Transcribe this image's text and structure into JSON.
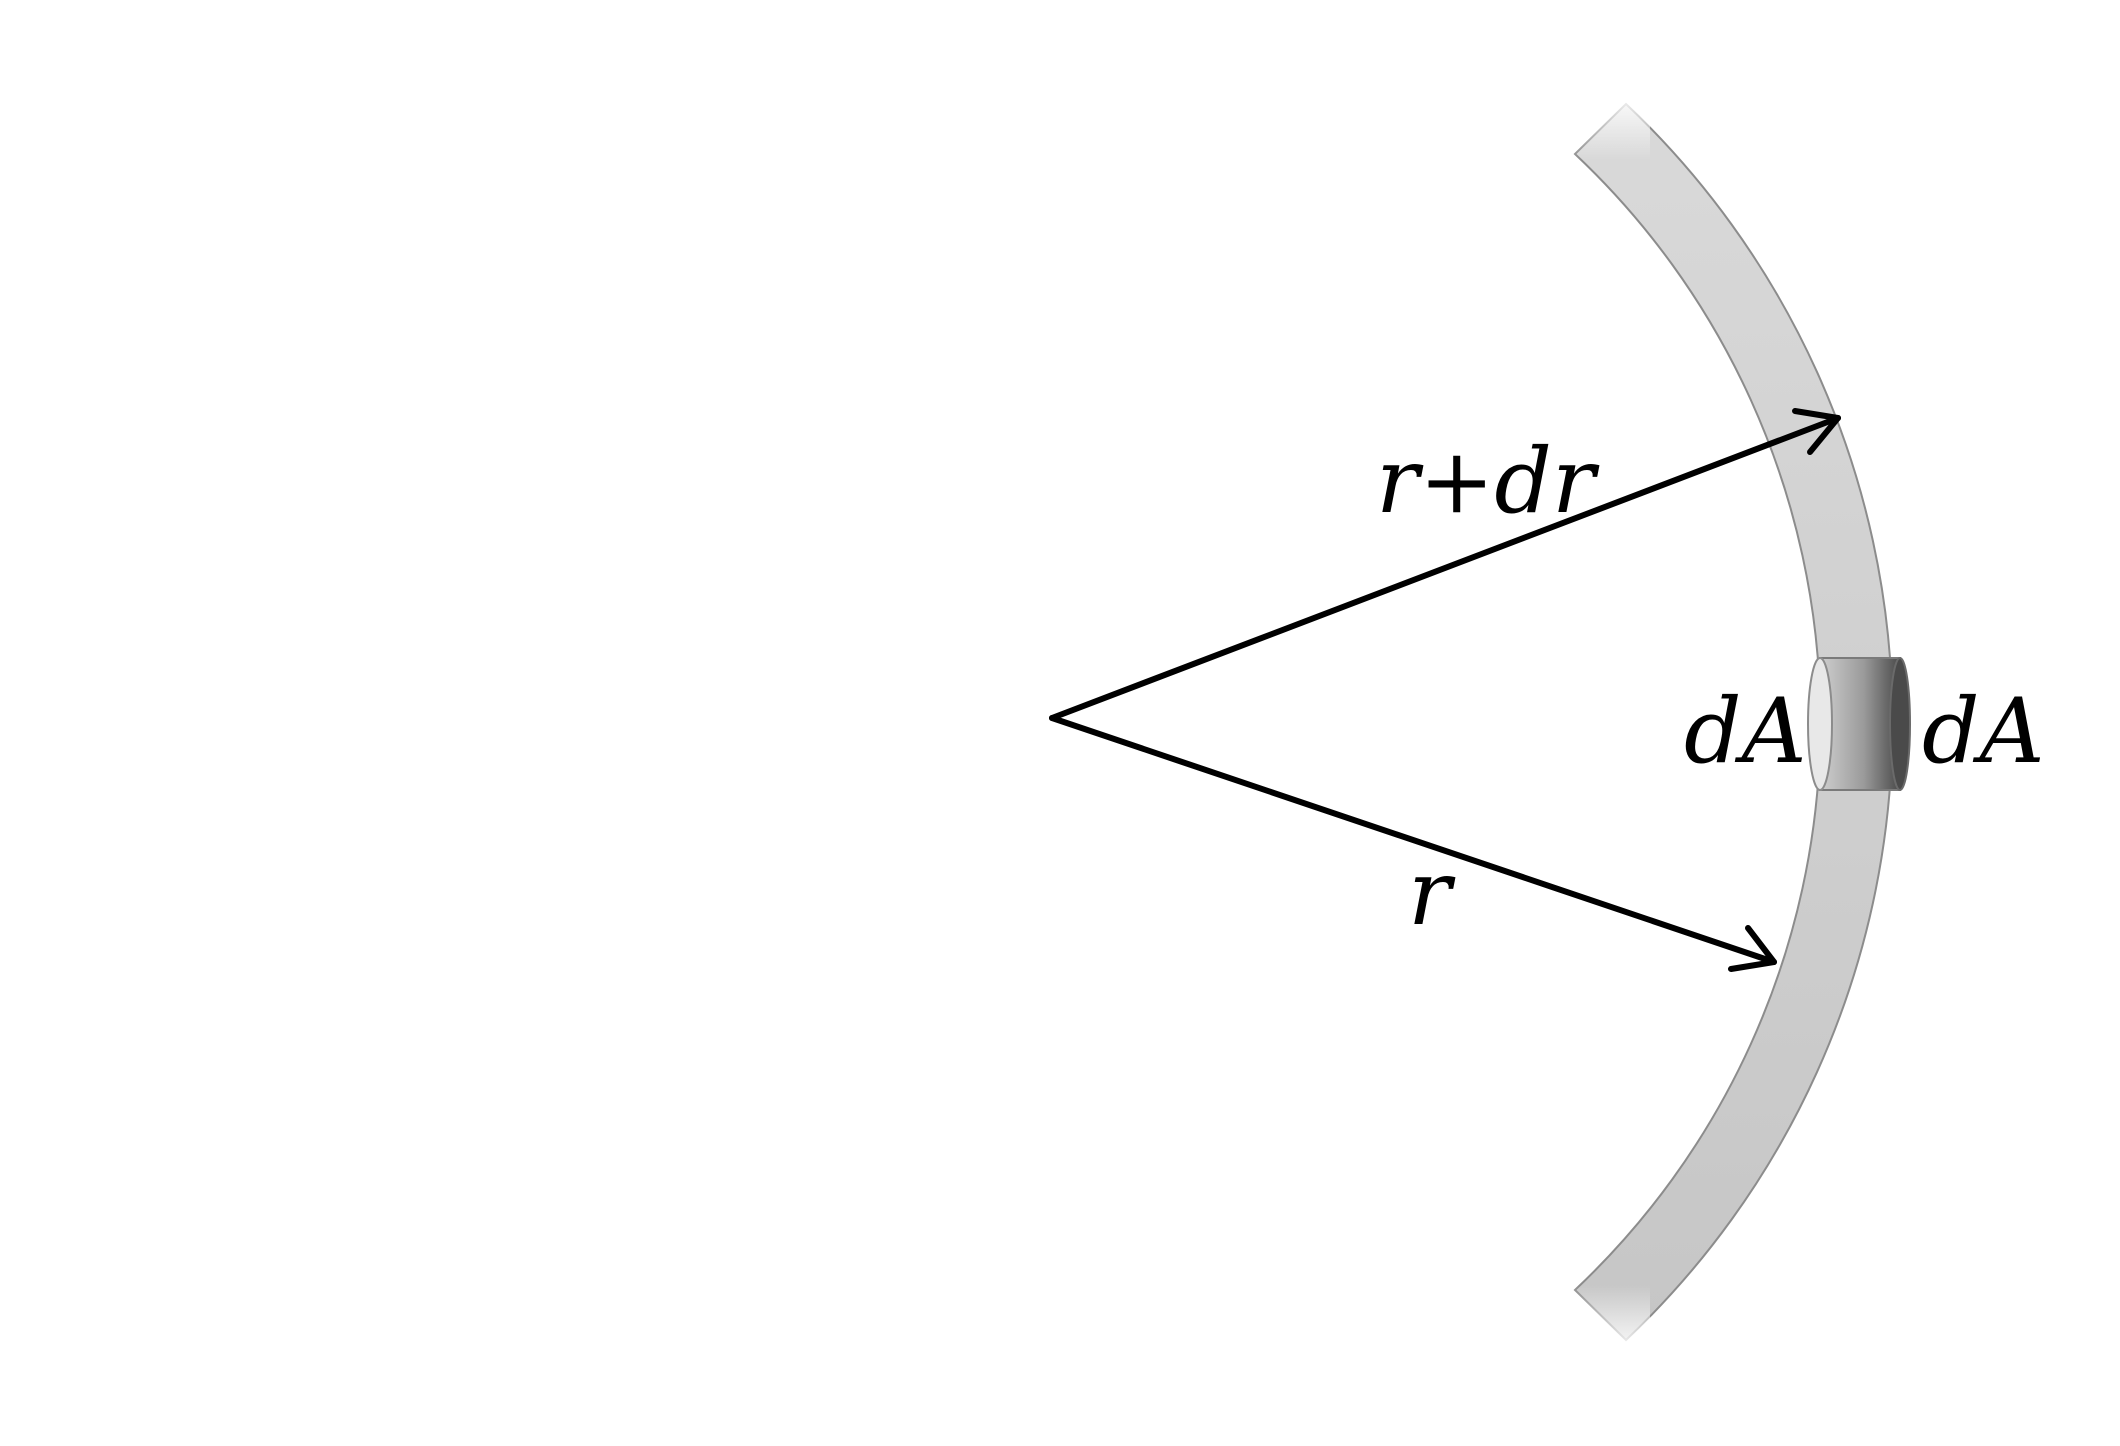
{
  "labels": {
    "outer_radius": "r+dr",
    "inner_radius": "r",
    "area_inner": "dA",
    "area_outer": "dA"
  },
  "colors": {
    "shell_fill_top": "#d9d9d9",
    "shell_fill_bottom": "#c6c6c6",
    "shell_edge": "#8c8c8c",
    "element_dark": "#555555",
    "element_light": "#e8e8e8",
    "arrow": "#000000",
    "background": "#ffffff"
  }
}
